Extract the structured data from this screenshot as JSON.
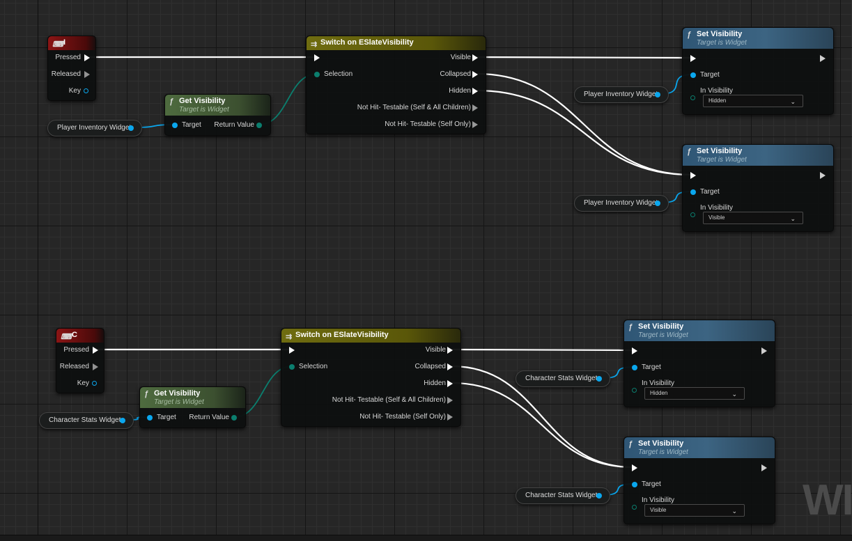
{
  "graph": {
    "watermark": "WI",
    "blocks": [
      {
        "event": {
          "key_label": "I",
          "pins": {
            "pressed": "Pressed",
            "released": "Released",
            "key": "Key"
          }
        },
        "getter_left": "Player Inventory Widget",
        "get_visibility": {
          "title": "Get Visibility",
          "subtitle": "Target is Widget",
          "target": "Target",
          "return": "Return Value"
        },
        "switch": {
          "title": "Switch on ESlateVisibility",
          "selection": "Selection",
          "outputs": [
            "Visible",
            "Collapsed",
            "Hidden",
            "Not Hit- Testable (Self & All Children)",
            "Not Hit- Testable (Self Only)"
          ]
        },
        "set1": {
          "title": "Set Visibility",
          "subtitle": "Target is Widget",
          "target": "Target",
          "in_vis_label": "In Visibility",
          "value": "Hidden",
          "getter": "Player Inventory Widget"
        },
        "set2": {
          "title": "Set Visibility",
          "subtitle": "Target is Widget",
          "target": "Target",
          "in_vis_label": "In Visibility",
          "value": "Visible",
          "getter": "Player Inventory Widget"
        }
      },
      {
        "event": {
          "key_label": "C",
          "pins": {
            "pressed": "Pressed",
            "released": "Released",
            "key": "Key"
          }
        },
        "getter_left": "Character Stats Widget",
        "get_visibility": {
          "title": "Get Visibility",
          "subtitle": "Target is Widget",
          "target": "Target",
          "return": "Return Value"
        },
        "switch": {
          "title": "Switch on ESlateVisibility",
          "selection": "Selection",
          "outputs": [
            "Visible",
            "Collapsed",
            "Hidden",
            "Not Hit- Testable (Self & All Children)",
            "Not Hit- Testable (Self Only)"
          ]
        },
        "set1": {
          "title": "Set Visibility",
          "subtitle": "Target is Widget",
          "target": "Target",
          "in_vis_label": "In Visibility",
          "value": "Hidden",
          "getter": "Character Stats Widget"
        },
        "set2": {
          "title": "Set Visibility",
          "subtitle": "Target is Widget",
          "target": "Target",
          "in_vis_label": "In Visibility",
          "value": "Visible",
          "getter": "Character Stats Widget"
        }
      }
    ]
  },
  "colors": {
    "exec_wire": "#ffffff",
    "object_wire": "#0aa7ee",
    "enum_wire": "#0b7e6e",
    "event_header": "#8b1515",
    "switch_header": "#6f6c10",
    "pure_header": "#4e6b3f",
    "function_header": "#2f5675"
  },
  "icons": {
    "keyboard": "keyboard-icon",
    "function": "function-icon",
    "switch": "switch-icon",
    "dropdown": "chevron-down-icon"
  }
}
